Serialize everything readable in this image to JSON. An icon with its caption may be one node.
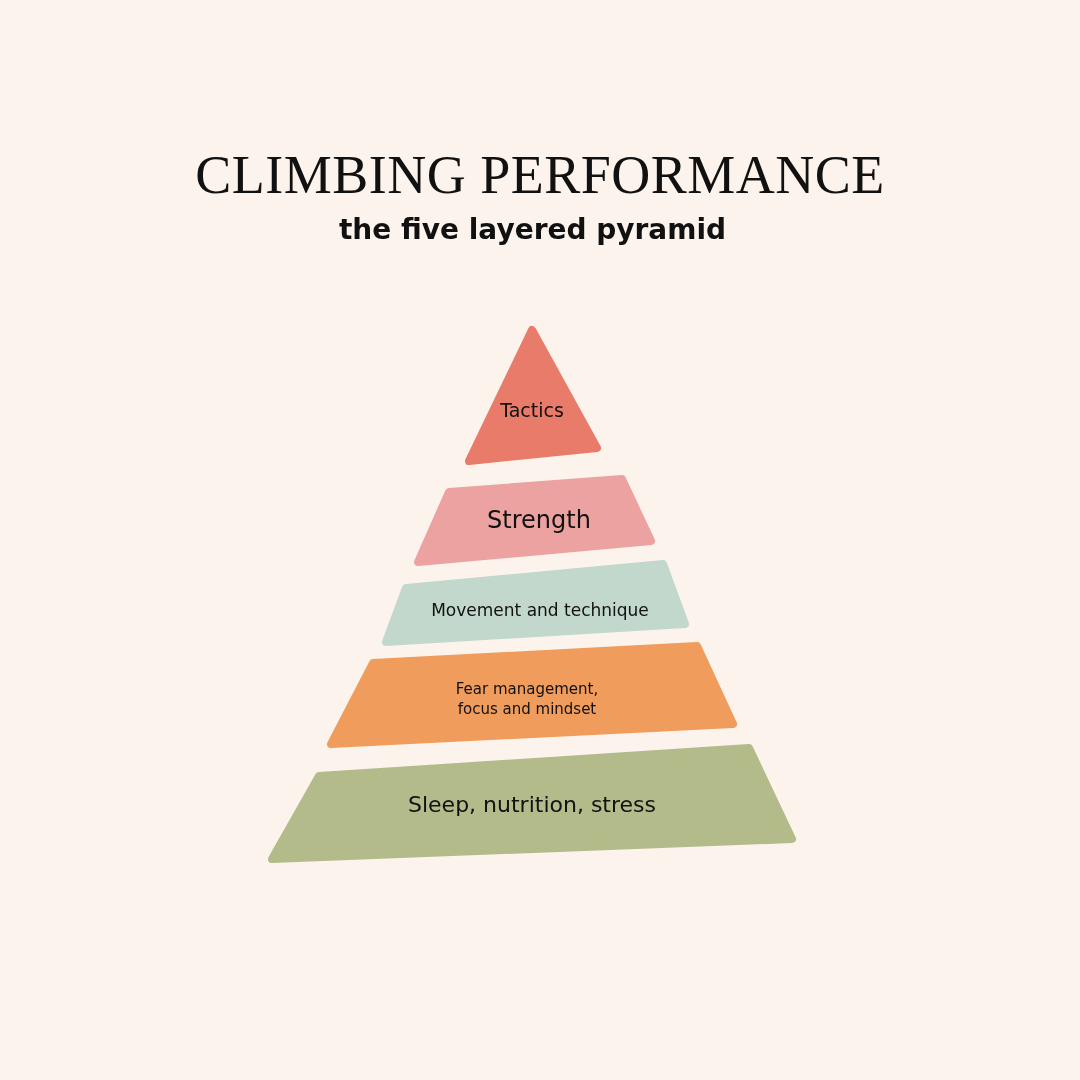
{
  "diagram": {
    "title": "CLIMBING PERFORMANCE",
    "nodes": [
      {
        "text": [
          "Tactics"
        ]
      },
      {
        "text": [
          "Strength"
        ]
      },
      {
        "text": [
          "Movement and technique"
        ]
      },
      {
        "text": [
          "Fear management, focus and mindset"
        ]
      },
      {
        "text": [
          "Sleep, nutrition, stress"
        ]
      }
    ],
    "labels": [
      "the five layered pyramid"
    ]
  }
}
